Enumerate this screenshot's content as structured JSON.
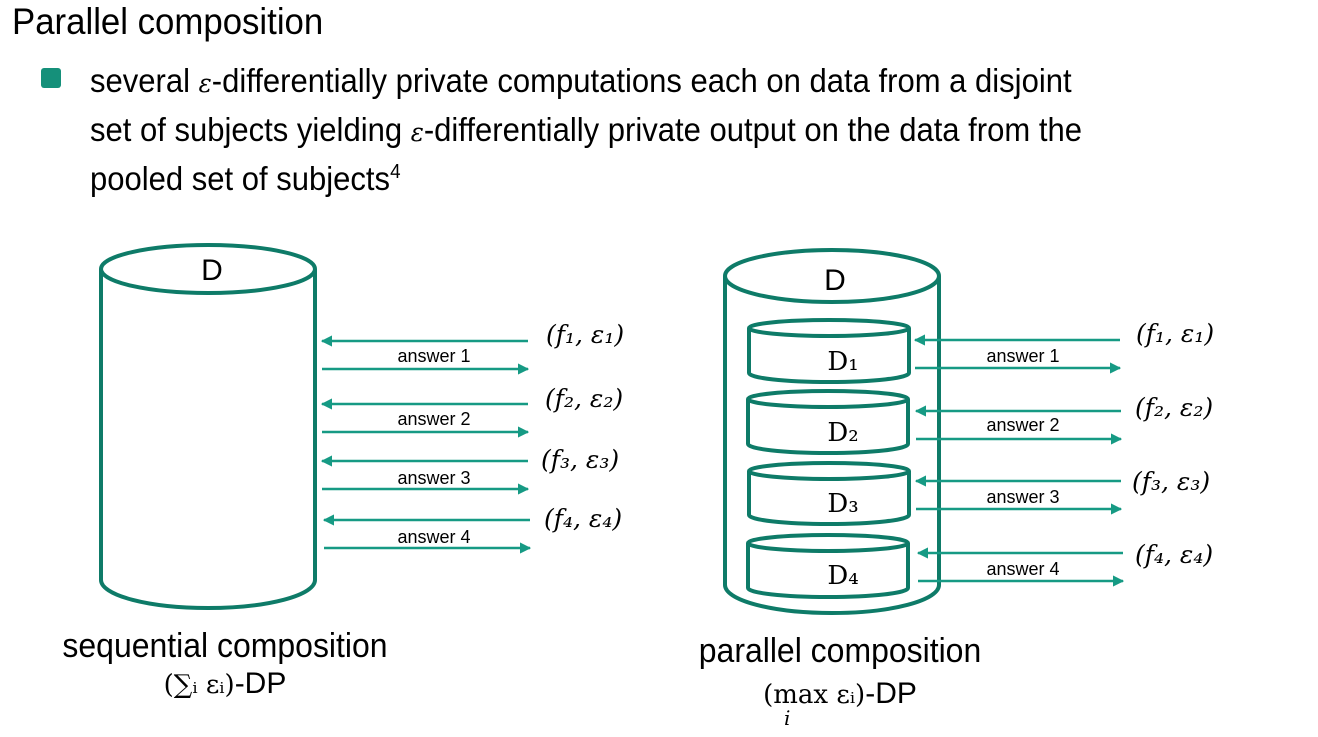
{
  "slide": {
    "title": "Parallel composition",
    "bullet": {
      "icon": "square-bullet-icon",
      "color": "#15907a",
      "lines": [
        [
          "several ",
          "ε",
          "-differentially private computations each on data from a disjoint"
        ],
        [
          "set of subjects yielding ",
          "ε",
          "-differentially private output on the data from the"
        ],
        [
          "pooled set of subjects",
          "4"
        ]
      ]
    }
  },
  "diagram": {
    "accent_color": "#0e7b68",
    "arrow_color": "#169a84",
    "sequential": {
      "db_label": "D",
      "queries": [
        {
          "query": "(f₁, ε₁)",
          "answer": "answer 1"
        },
        {
          "query": "(f₂, ε₂)",
          "answer": "answer 2"
        },
        {
          "query": "(f₃, ε₃)",
          "answer": "answer 3"
        },
        {
          "query": "(f₄, ε₄)",
          "answer": "answer 4"
        }
      ],
      "caption": "sequential composition",
      "guarantee_math": "(∑ᵢ εᵢ)",
      "guarantee_suffix": "-DP"
    },
    "parallel": {
      "db_label": "D",
      "partitions": [
        "D₁",
        "D₂",
        "D₃",
        "D₄"
      ],
      "queries": [
        {
          "query": "(f₁, ε₁)",
          "answer": "answer 1"
        },
        {
          "query": "(f₂, ε₂)",
          "answer": "answer 2"
        },
        {
          "query": "(f₃, ε₃)",
          "answer": "answer 3"
        },
        {
          "query": "(f₄, ε₄)",
          "answer": "answer 4"
        }
      ],
      "caption": "parallel composition",
      "guarantee_math": "(max εᵢ)",
      "guarantee_sub": "i",
      "guarantee_suffix": "-DP"
    }
  }
}
